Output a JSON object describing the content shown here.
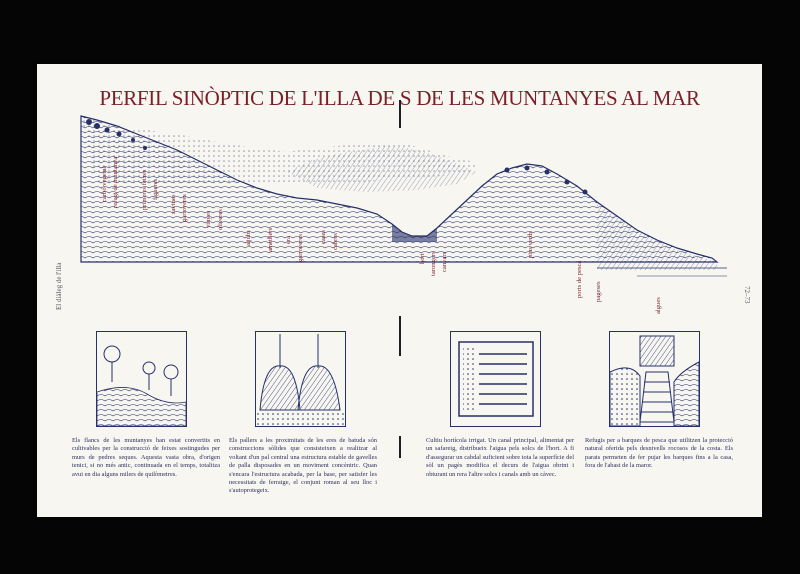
{
  "title": "PERFIL SINÒPTIC DE L'ILLA DE S DE LES MUNTANYES AL MAR",
  "side_left": "El diàleg de l'illa",
  "side_right": "72–73",
  "profile_labels": [
    "carbó vegetal",
    "refugi de muntanya",
    "primeres feixes",
    "figueres",
    "savines",
    "garroveres",
    "vinyes",
    "oliveres",
    "aljubs",
    "ametllers",
    "era",
    "garroveres",
    "cases",
    "cabres",
    "hort",
    "tarongers",
    "canyars",
    "pins verds",
    "ports de pesca",
    "pageses",
    "algues"
  ],
  "captions": [
    "Els flancs de les muntanyes han estat convertits en cultivables per la construcció de feixes sostingudes per murs de pedres seques. Aquesta vasta obra, d'origen tenici, si no més antic, continuada en el temps, totalitza avui en dia alguns milers de quilòmetres.",
    "Els pallers a les proximitats de les eres de batuda són construccions sòlides que consisteixen a realitzar al voltant d'un pal central una estructura estable de gavelles de palla disposades en un moviment concèntric. Quan s'encara l'estructura acabada, per la base, per satisfer les necessitats de ferratge, el conjunt roman al seu lloc i s'autoprotegeix.",
    "Cultiu hortícola irrigat. Un canal principal, alimentat per un safareig, distribueix l'aigua pels solcs de l'hort. A fi d'assegurar un cabdal suficient sobre tota la superfície del sòl un pagès modifica el decurs de l'aigua obrint i obturant un rera l'altre solcs i canals amb un càvec.",
    "Refugis per a barques de pesca que utilitzen la protecció natural oferida pels desnivells rocosos de la costa. Els parats permeten de fer pujar les barques fins a la casa, fora de l'abast de la maror."
  ],
  "colors": {
    "accent": "#7a1f28",
    "ink": "#26306a",
    "paper": "#f7f6f1"
  }
}
